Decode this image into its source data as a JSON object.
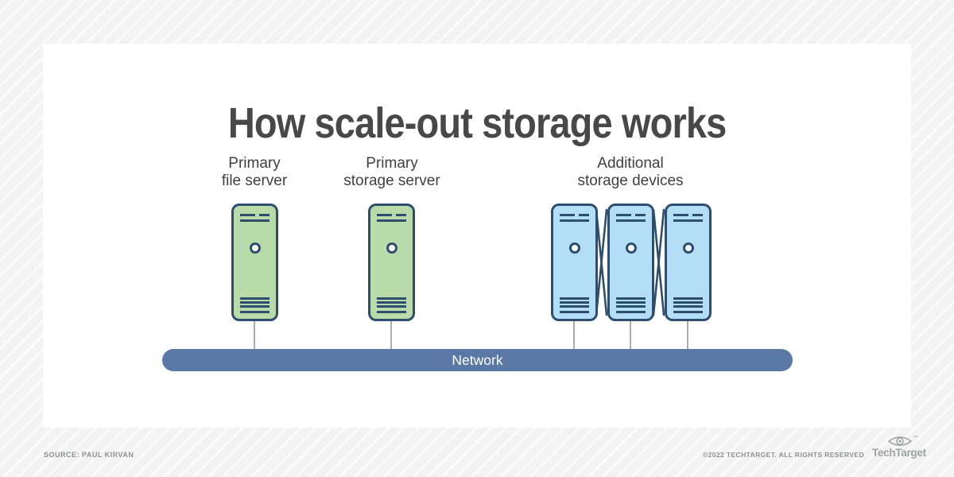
{
  "title": "How scale-out storage works",
  "clusters": [
    {
      "label_line1": "Primary",
      "label_line2": "file server"
    },
    {
      "label_line1": "Primary",
      "label_line2": "storage server"
    },
    {
      "label_line1": "Additional",
      "label_line2": "storage devices"
    }
  ],
  "network": {
    "label": "Network"
  },
  "footer": {
    "source": "SOURCE: PAUL KIRVAN",
    "copyright": "©2022 TECHTARGET. ALL RIGHTS RESERVED",
    "brand": "TechTarget",
    "trademark": "™"
  },
  "icons": {
    "server": "server-tower-icon",
    "cross_link": "x-connector-icon",
    "brand_mark": "eye-target-icon"
  },
  "colors": {
    "title-text": "#48484a",
    "label-text": "#3f3f41",
    "green-server-fill": "#b9dbaa",
    "blue-server-fill": "#b4ddf6",
    "server-border": "#2e4e70",
    "network-bar": "#5a78a5",
    "connector": "#aaabad",
    "footer-text": "#8f9093",
    "logo-text": "#9fa0a2"
  }
}
